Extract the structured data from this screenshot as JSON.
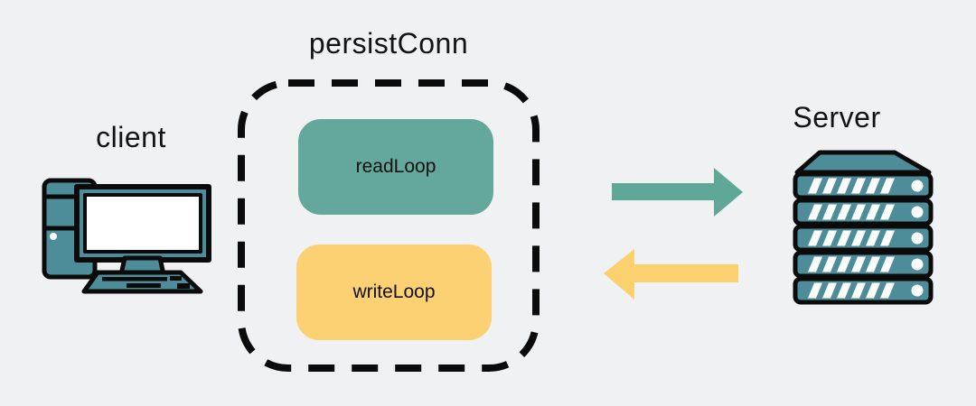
{
  "diagram": {
    "title": "persistConn",
    "background_color": "#f0f1f2",
    "outline_color": "#0b0b0b",
    "client": {
      "label": "client",
      "icon": "desktop-computer-icon"
    },
    "server": {
      "label": "Server",
      "icon": "server-rack-icon"
    },
    "loops": [
      {
        "id": "readLoop",
        "label": "readLoop",
        "color": "#63a89b"
      },
      {
        "id": "writeLoop",
        "label": "writeLoop",
        "color": "#fbd173"
      }
    ],
    "arrows": [
      {
        "id": "request",
        "direction": "right",
        "color": "#5fa897"
      },
      {
        "id": "response",
        "direction": "left",
        "color": "#fbd06f"
      }
    ],
    "icon_color": "#4d8d99"
  }
}
